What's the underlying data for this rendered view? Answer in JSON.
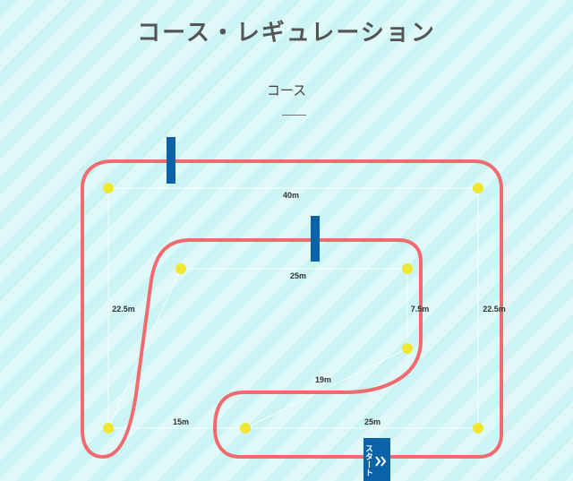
{
  "title": "コース・レギュレーション",
  "section": {
    "heading": "コース"
  },
  "course": {
    "distances": {
      "top": "40m",
      "inner_top": "25m",
      "left": "22.5m",
      "inner_right": "7.5m",
      "right": "22.5m",
      "diagonal": "19m",
      "bottom_left": "15m",
      "bottom_right": "25m"
    },
    "start_label": "スタート",
    "colors": {
      "track": "#f06b70",
      "gate": "#0a62a8",
      "cone": "#f0e830",
      "guide": "#ffffff"
    }
  }
}
